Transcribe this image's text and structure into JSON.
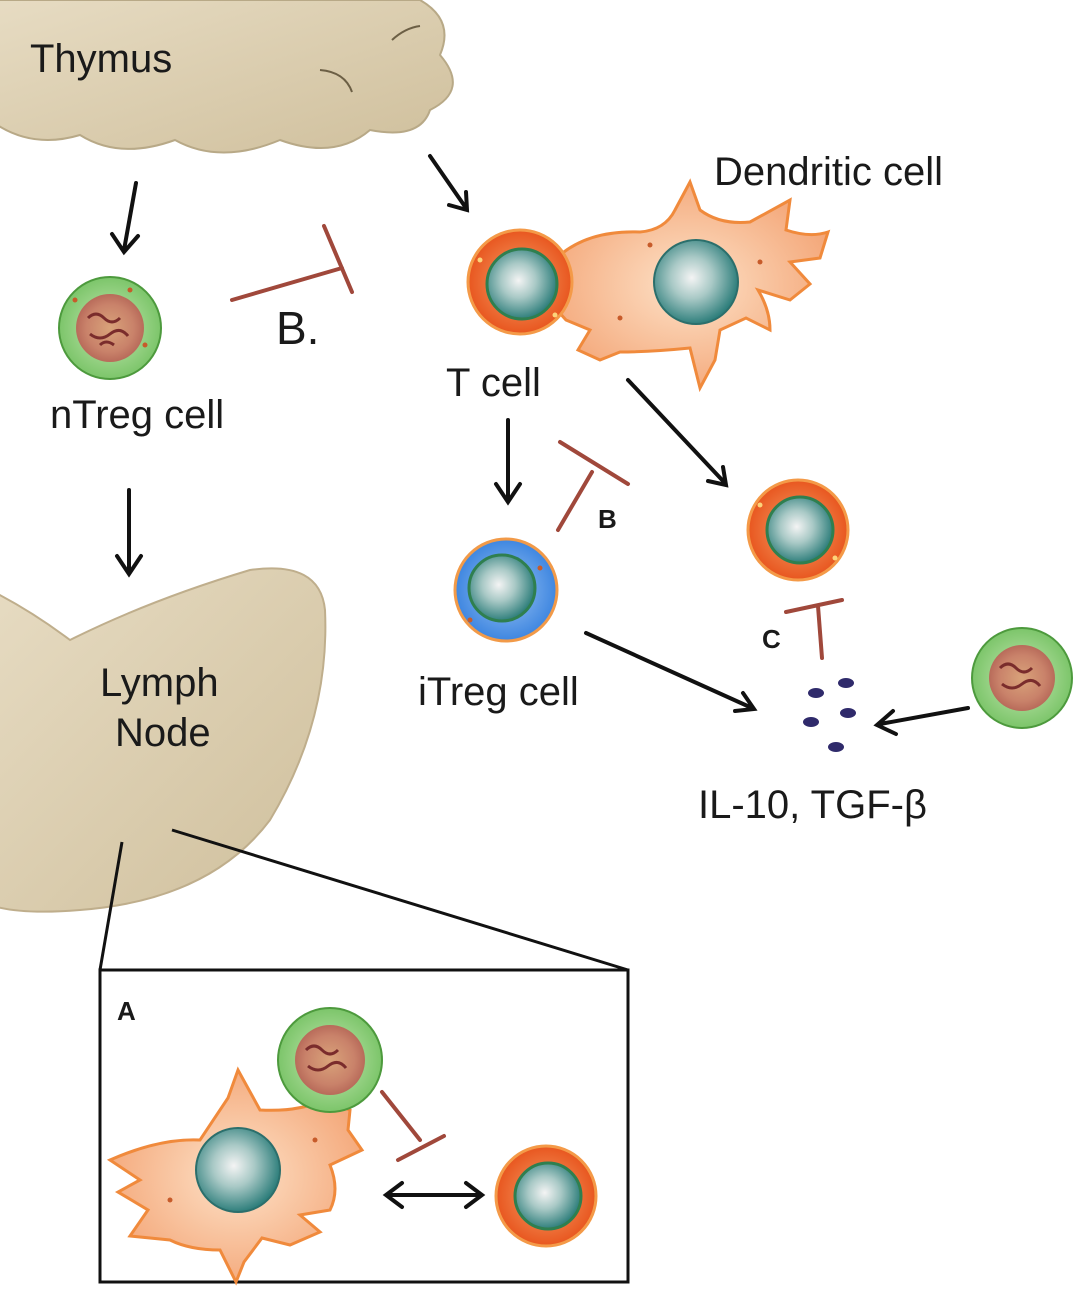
{
  "labels": {
    "thymus": "Thymus",
    "ntreg": "nTreg cell",
    "lymph_line1": "Lymph",
    "lymph_line2": "Node",
    "dendritic": "Dendritic cell",
    "tcell": "T cell",
    "itreg": "iTreg cell",
    "cytokines": "IL-10, TGF-β",
    "mark_b_large": "B.",
    "mark_b_small": "B",
    "mark_c": "C",
    "mark_a": "A"
  },
  "colors": {
    "organ": "#dccfb2",
    "arrow": "#111111",
    "inhibition": "#a0483b",
    "treg_cytoplasm": "#8fcf7a",
    "itreg_cytoplasm": "#4b8fe0",
    "effector_cytoplasm": "#e8602a",
    "nucleus": "#3d8f8a",
    "dendritic_body": "#f7b48a",
    "cytokine_dot": "#2f2a6b"
  }
}
